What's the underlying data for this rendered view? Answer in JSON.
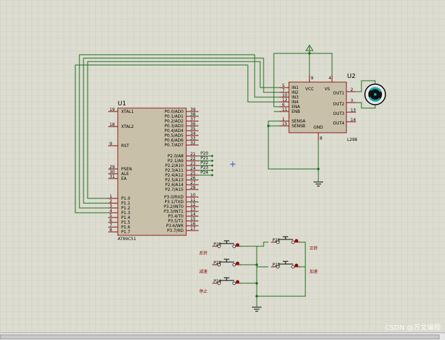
{
  "u1": {
    "ref": "U1",
    "part": "AT89C51",
    "left_pins": [
      {
        "num": "19",
        "label": "XTAL1"
      },
      {
        "num": "18",
        "label": "XTAL2"
      },
      {
        "num": "9",
        "label": "RST"
      },
      {
        "num": "29",
        "label": "PSEN"
      },
      {
        "num": "30",
        "label": "ALE"
      },
      {
        "num": "31",
        "label": "EA"
      },
      {
        "num": "1",
        "label": "P1.0"
      },
      {
        "num": "2",
        "label": "P1.1"
      },
      {
        "num": "3",
        "label": "P1.2"
      },
      {
        "num": "4",
        "label": "P1.3"
      },
      {
        "num": "5",
        "label": "P1.4"
      },
      {
        "num": "6",
        "label": "P1.5"
      },
      {
        "num": "7",
        "label": "P1.6"
      },
      {
        "num": "8",
        "label": "P1.7"
      }
    ],
    "right_pins": [
      {
        "num": "39",
        "label": "P0.0/AD0"
      },
      {
        "num": "38",
        "label": "P0.1/AD1"
      },
      {
        "num": "37",
        "label": "P0.2/AD2"
      },
      {
        "num": "36",
        "label": "P0.3/AD3"
      },
      {
        "num": "35",
        "label": "P0.4/AD4"
      },
      {
        "num": "34",
        "label": "P0.5/AD5"
      },
      {
        "num": "33",
        "label": "P0.6/AD6"
      },
      {
        "num": "32",
        "label": "P0.7/AD7"
      },
      {
        "num": "21",
        "label": "P2.0/A8"
      },
      {
        "num": "22",
        "label": "P2.1/A9"
      },
      {
        "num": "23",
        "label": "P2.2/A10"
      },
      {
        "num": "24",
        "label": "P2.3/A11"
      },
      {
        "num": "25",
        "label": "P2.4/A12"
      },
      {
        "num": "26",
        "label": "P2.5/A13"
      },
      {
        "num": "27",
        "label": "P2.6/A14"
      },
      {
        "num": "28",
        "label": "P2.7/A15"
      },
      {
        "num": "10",
        "label": "P3.0/RXD"
      },
      {
        "num": "11",
        "label": "P3.1/TXD"
      },
      {
        "num": "12",
        "label": "P3.2/INT0"
      },
      {
        "num": "13",
        "label": "P3.3/INT1"
      },
      {
        "num": "14",
        "label": "P3.4/T0"
      },
      {
        "num": "15",
        "label": "P3.5/T1"
      },
      {
        "num": "16",
        "label": "P3.6/WR"
      },
      {
        "num": "17",
        "label": "P3.7/RD"
      }
    ],
    "net_labels": [
      "P20",
      "P21",
      "P22",
      "P23",
      "P24"
    ]
  },
  "u2": {
    "ref": "U2",
    "part": "L298",
    "left_pins": [
      {
        "num": "5",
        "label": "IN1"
      },
      {
        "num": "7",
        "label": "IN2"
      },
      {
        "num": "10",
        "label": "IN3"
      },
      {
        "num": "12",
        "label": "IN4"
      },
      {
        "num": "6",
        "label": "ENA"
      },
      {
        "num": "11",
        "label": "ENB"
      },
      {
        "num": "1",
        "label": "SENSA"
      },
      {
        "num": "15",
        "label": "SENSB"
      }
    ],
    "right_pins": [
      {
        "num": "2",
        "label": "OUT1"
      },
      {
        "num": "3",
        "label": "OUT2"
      },
      {
        "num": "13",
        "label": "OUT3"
      },
      {
        "num": "14",
        "label": "OUT4"
      }
    ],
    "top_pins": [
      {
        "num": "9",
        "label": "VCC"
      },
      {
        "num": "4",
        "label": "VS"
      }
    ],
    "bottom_pin": {
      "num": "8",
      "label": "GND"
    }
  },
  "buttons": [
    {
      "ref": "P20",
      "label": "反转"
    },
    {
      "ref": "P22",
      "label": "减速"
    },
    {
      "ref": "P24",
      "label": "停止"
    },
    {
      "ref": "P21",
      "label": "正转"
    },
    {
      "ref": "P23",
      "label": "加速"
    }
  ],
  "watermark": "CSDN @万文编程",
  "colors": {
    "background": "#dcdcd0",
    "chip_fill": "#c8c0a8",
    "chip_border": "#8b1a1a",
    "wire": "#1a6b1a",
    "pin_red": "#8b0000",
    "motor_teal": "#1aa8b0"
  }
}
